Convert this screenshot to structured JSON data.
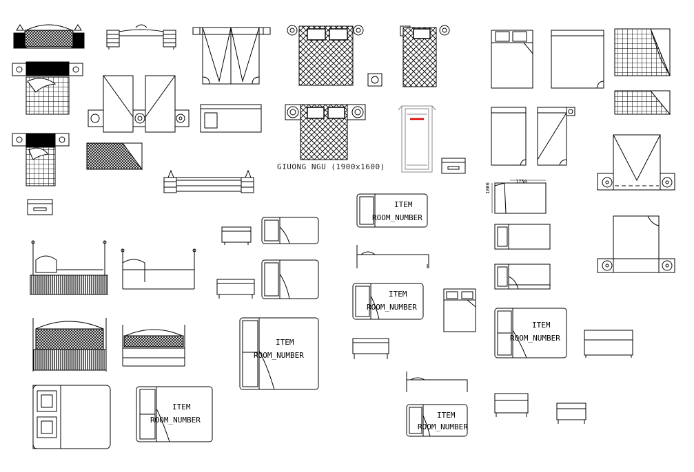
{
  "drawing": {
    "title_label": "GIUONG NGU (1900x1600)",
    "item_label": "ITEM",
    "room_label": "ROOM_NUMBER",
    "dim_width": "1750",
    "dim_height": "1000",
    "accent_color": "#e00000",
    "line_color": "#000000",
    "background": "#ffffff"
  }
}
